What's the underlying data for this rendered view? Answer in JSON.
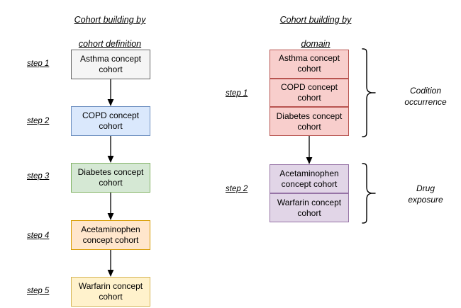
{
  "diagram": {
    "title_left": "Cohort building by\ncohort definition",
    "title_right": "Cohort building by\ndomain"
  },
  "left_panel": {
    "title_line1": "Cohort building by",
    "title_line2": "cohort definition",
    "steps": [
      {
        "label": "step 1"
      },
      {
        "label": "step 2"
      },
      {
        "label": "step 3"
      },
      {
        "label": "step 4"
      },
      {
        "label": "step 5"
      }
    ],
    "nodes": [
      {
        "text": "Asthma concept\ncohort",
        "fill": "#f5f5f5",
        "stroke": "#666666"
      },
      {
        "text": "COPD concept\ncohort",
        "fill": "#dae8fc",
        "stroke": "#6c8ebf"
      },
      {
        "text": "Diabetes concept\ncohort",
        "fill": "#d5e8d4",
        "stroke": "#82b366"
      },
      {
        "text": "Acetaminophen\nconcept cohort",
        "fill": "#ffe6cc",
        "stroke": "#d79b00"
      },
      {
        "text": "Warfarin concept\ncohort",
        "fill": "#fff2cc",
        "stroke": "#d6b656"
      }
    ]
  },
  "right_panel": {
    "title_line1": "Cohort building by",
    "title_line2": "domain",
    "steps": [
      {
        "label": "step 1"
      },
      {
        "label": "step 2"
      }
    ],
    "group1": {
      "fill": "#f8cecc",
      "stroke": "#b85450",
      "domain_label": "Codition\noccurrence",
      "nodes": [
        {
          "text": "Asthma concept\ncohort"
        },
        {
          "text": "COPD concept\ncohort"
        },
        {
          "text": "Diabetes concept\ncohort"
        }
      ]
    },
    "group2": {
      "fill": "#e1d5e7",
      "stroke": "#9673a6",
      "domain_label": "Drug\nexposure",
      "nodes": [
        {
          "text": "Acetaminophen\nconcept cohort"
        },
        {
          "text": "Warfarin concept\ncohort"
        }
      ]
    }
  }
}
